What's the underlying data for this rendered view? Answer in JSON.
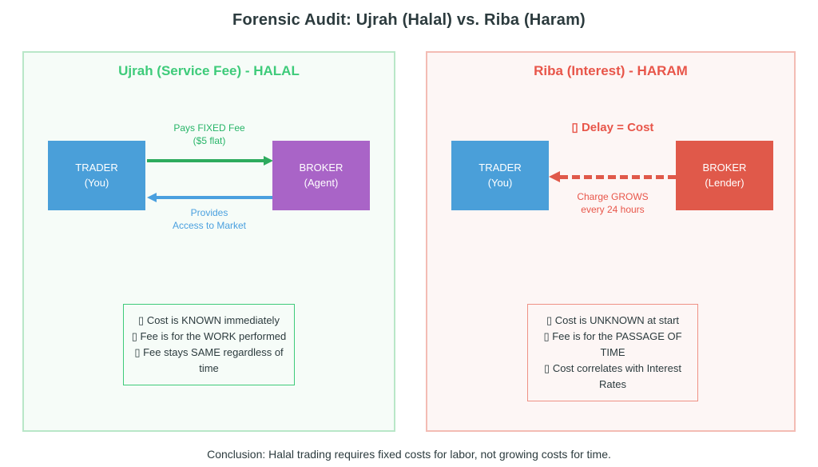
{
  "title": "Forensic Audit: Ujrah (Halal) vs. Riba (Haram)",
  "conclusion": "Conclusion: Halal trading requires fixed costs for labor, not growing costs for time.",
  "colors": {
    "dark_text": "#2c3b3e",
    "halal_green": "#3ecb7a",
    "halal_green_dark": "#27b568",
    "halal_border": "#b9e7c8",
    "halal_bg": "#f6fcf8",
    "haram_red": "#e8564a",
    "haram_border": "#f3bcb4",
    "haram_bg": "#fdf6f5",
    "haram_check_border": "#ef9185",
    "trader_blue": "#4a9fd9",
    "broker_purple": "#a964c7",
    "lender_red": "#e0594a",
    "arrow_green": "#2eab5e",
    "arrow_blue": "#4aa0df"
  },
  "halal_panel": {
    "header": "Ujrah (Service Fee) - HALAL",
    "trader": {
      "line1": "TRADER",
      "line2": "(You)"
    },
    "broker": {
      "line1": "BROKER",
      "line2": "(Agent)"
    },
    "top_arrow_label_line1": "Pays FIXED Fee",
    "top_arrow_label_line2": "($5 flat)",
    "bottom_arrow_label_line1": "Provides",
    "bottom_arrow_label_line2": "Access to Market",
    "checklist": [
      "▯ Cost is KNOWN immediately",
      "▯ Fee is for the WORK performed",
      "▯ Fee stays SAME regardless of time"
    ]
  },
  "haram_panel": {
    "header": "Riba (Interest) - HARAM",
    "delay_note": "▯ Delay = Cost",
    "trader": {
      "line1": "TRADER",
      "line2": "(You)"
    },
    "broker": {
      "line1": "BROKER",
      "line2": "(Lender)"
    },
    "arrow_label_line1": "Charge GROWS",
    "arrow_label_line2": "every 24 hours",
    "checklist": [
      "▯ Cost is UNKNOWN at start",
      "▯ Fee is for the PASSAGE OF TIME",
      "▯ Cost correlates with Interest Rates"
    ]
  }
}
